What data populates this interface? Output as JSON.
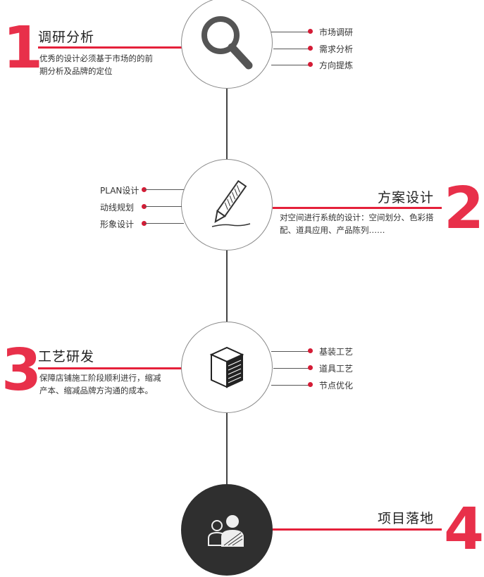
{
  "steps": [
    {
      "number": "1",
      "title": "调研分析",
      "desc_line1": "优秀的设计必须基于市场的的前",
      "desc_line2": "期分析及品牌的定位",
      "icon": "magnifier-icon",
      "items": [
        "市场调研",
        "需求分析",
        "方向提炼"
      ]
    },
    {
      "number": "2",
      "title": "方案设计",
      "desc_line1": "对空间进行系统的设计：空间划分、色彩搭",
      "desc_line2": "配、道具应用、产品陈列……",
      "icon": "pencil-icon",
      "items": [
        "PLAN设计",
        "动线规划",
        "形象设计"
      ]
    },
    {
      "number": "3",
      "title": "工艺研发",
      "desc_line1": "保障店铺施工阶段顺利进行，缩减",
      "desc_line2": "产本、缩减品牌方沟通的成本。",
      "icon": "material-stack-icon",
      "items": [
        "基装工艺",
        "道具工艺",
        "节点优化"
      ]
    },
    {
      "number": "4",
      "title": "项目落地",
      "icon": "people-icon"
    }
  ],
  "colors": {
    "accent": "#e8304a",
    "line": "#444444",
    "dark_circle": "#2f2f2f"
  }
}
